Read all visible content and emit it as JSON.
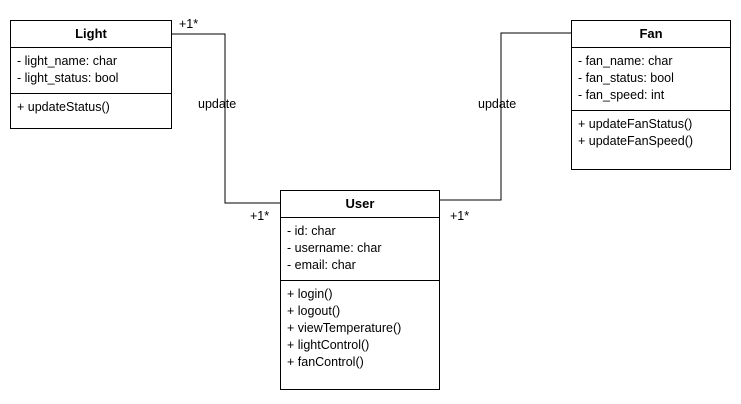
{
  "classes": {
    "light": {
      "name": "Light",
      "attributes": [
        "- light_name: char",
        "- light_status: bool"
      ],
      "methods": [
        "+ updateStatus()"
      ]
    },
    "fan": {
      "name": "Fan",
      "attributes": [
        "- fan_name: char",
        "- fan_status: bool",
        "- fan_speed: int"
      ],
      "methods": [
        "+ updateFanStatus()",
        "+ updateFanSpeed()"
      ]
    },
    "user": {
      "name": "User",
      "attributes": [
        "- id: char",
        "- username: char",
        "- email: char"
      ],
      "methods": [
        "+ login()",
        "+ logout()",
        "+ viewTemperature()",
        "+ lightControl()",
        "+ fanControl()"
      ]
    }
  },
  "associations": {
    "light_user": {
      "label": "update",
      "light_end_multiplicity": "+1*",
      "user_end_multiplicity": "+1*"
    },
    "fan_user": {
      "label": "update",
      "fan_end_multiplicity": "",
      "user_end_multiplicity": "+1*"
    }
  },
  "colors": {
    "stroke": "#000000",
    "fill": "#ffffff",
    "text": "#000000"
  }
}
